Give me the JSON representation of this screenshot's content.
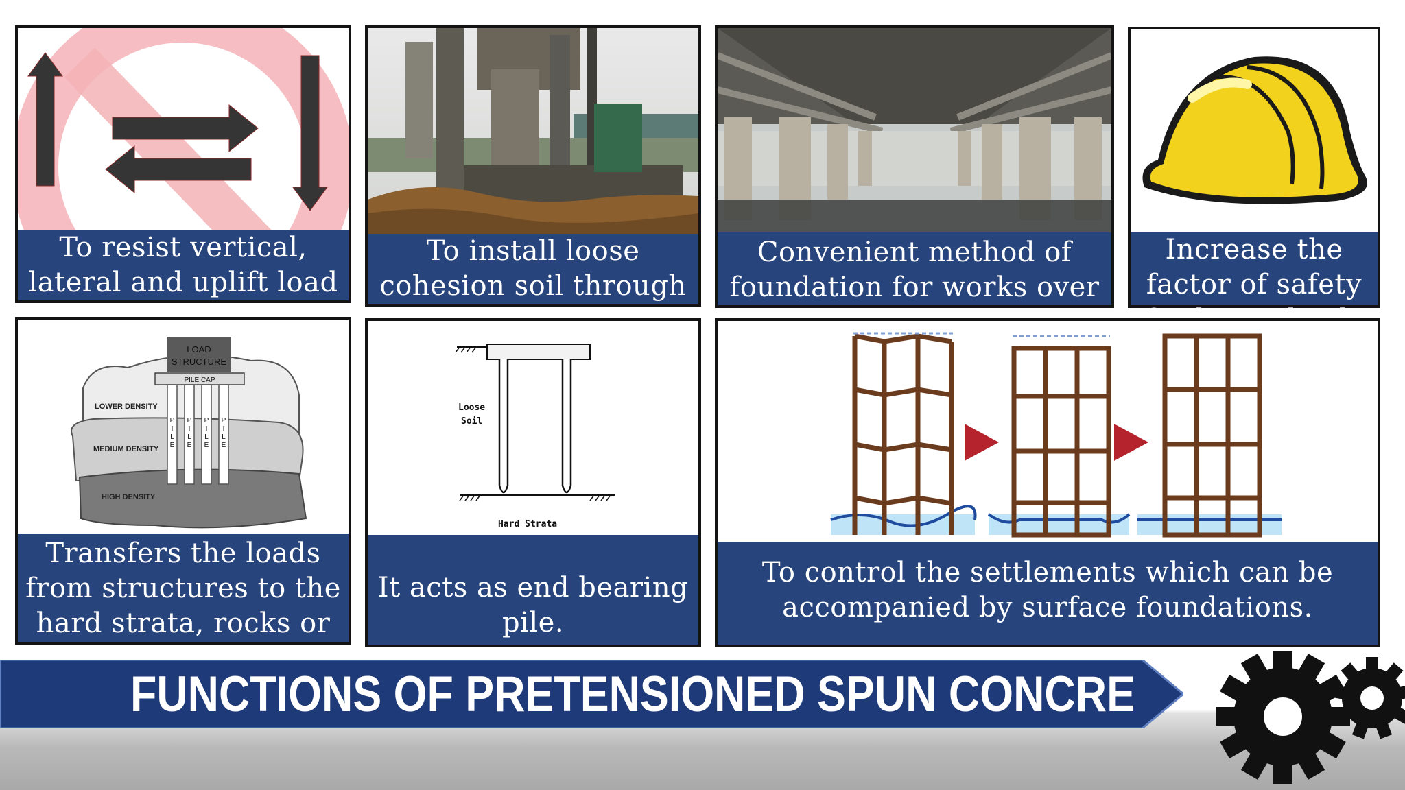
{
  "banner": {
    "title": "FUNCTIONS OF PRETENSIONED SPUN CONCRETE PILE"
  },
  "cards": [
    {
      "caption": "To resist vertical, lateral and uplift load"
    },
    {
      "caption": "To install loose cohesion soil through"
    },
    {
      "caption": "Convenient method of foundation for works over water and on sloping site"
    },
    {
      "caption": "Increase the factor of safety for heavy loads"
    },
    {
      "caption": "Transfers the loads from structures to the hard strata, rocks or soil with high bearing capacity.",
      "diagram": {
        "load_structure_1": "LOAD",
        "load_structure_2": "STRUCTURE",
        "pile_cap": "PILE CAP",
        "lower_density": "LOWER DENSITY",
        "medium_density": "MEDIUM DENSITY",
        "high_density": "HIGH DENSITY",
        "pile_letters": [
          "P",
          "I",
          "L",
          "E"
        ]
      }
    },
    {
      "caption": "It acts as end bearing pile.",
      "diagram": {
        "loose": "Loose",
        "soil": "Soil",
        "hard_strata": "Hard Strata"
      }
    },
    {
      "caption": "To control the settlements which can be accompanied by surface foundations."
    }
  ],
  "colors": {
    "caption_blue": "#27457c",
    "banner_blue": "#1e3a78",
    "prohibit_red": "#f2a0a5",
    "helmet_yellow": "#f2d21d",
    "frame_brown": "#6b3b1e",
    "arrow_red": "#b5232d"
  },
  "icons": [
    "prohibited-sign-icon",
    "arrows-icon",
    "hard-hat-icon",
    "gear-icon",
    "play-arrow-icon"
  ]
}
